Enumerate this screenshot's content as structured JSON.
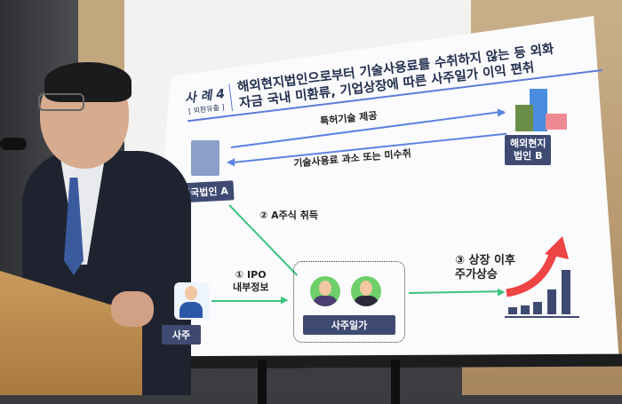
{
  "poster": {
    "case_label": "사 례 4",
    "case_sub": "[ 외환유출 ]",
    "title_line1": "해외현지법인으로부터 기술사용료를 수취하지 않는 등 외화",
    "title_line2": "자금 국내 미환류, 기업상장에 따른 사주일가 이익 편취",
    "arrow_top_label": "특허기술 제공",
    "arrow_bottom_label": "기술사용료 과소 또는 미수취",
    "domestic_corp": "내국법인 A",
    "overseas_corp_line1": "해외현지",
    "overseas_corp_line2": "법인 B",
    "step2": "② A주식 취득",
    "step1_line1": "① IPO",
    "step1_line2": "내부정보",
    "owner": "사주",
    "owner_family": "사주일가",
    "step3_line1": "③ 상장 이후",
    "step3_line2": "주가상승"
  },
  "colors": {
    "label_bg": "#3e4a72",
    "blue_arrow": "#5b84e0",
    "green_arrow": "#3cc47d",
    "red_arrow": "#ee4444"
  }
}
